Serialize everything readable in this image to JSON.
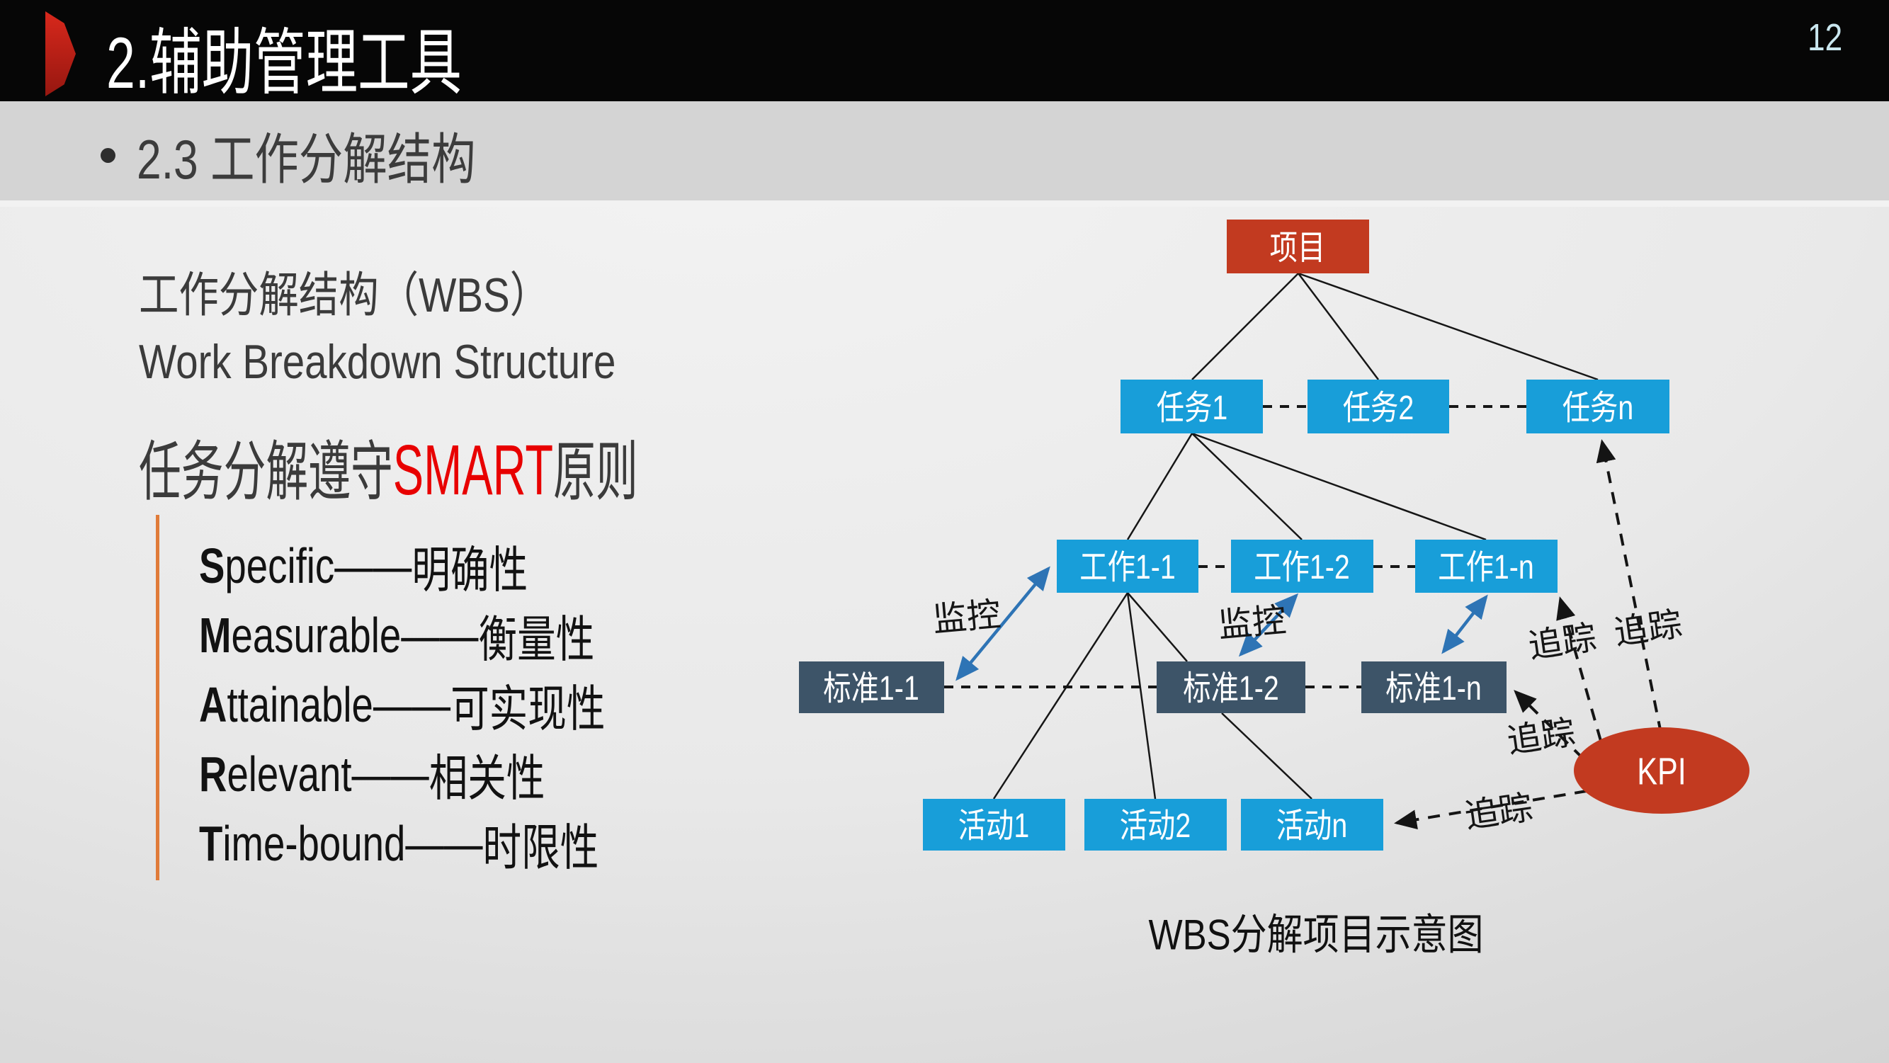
{
  "header": {
    "title": "2.辅助管理工具",
    "page_number": "12"
  },
  "subheader": {
    "title": "2.3 工作分解结构"
  },
  "intro": {
    "line1": "工作分解结构（WBS）",
    "line2": "Work Breakdown Structure",
    "principle_prefix": "任务分解遵守",
    "principle_highlight": "SMART",
    "principle_suffix": "原则"
  },
  "smart_list": {
    "items": [
      {
        "lead": "S",
        "rest": "pecific",
        "dash": "——",
        "cn": "明确性"
      },
      {
        "lead": "M",
        "rest": "easurable",
        "dash": "——",
        "cn": "衡量性"
      },
      {
        "lead": "A",
        "rest": "ttainable",
        "dash": "——",
        "cn": "可实现性"
      },
      {
        "lead": "R",
        "rest": "elevant",
        "dash": "——",
        "cn": "相关性"
      },
      {
        "lead": "T",
        "rest": "ime-bound",
        "dash": "——",
        "cn": "时限性"
      }
    ]
  },
  "diagram": {
    "nodes": {
      "project": "项目",
      "task1": "任务1",
      "task2": "任务2",
      "taskn": "任务n",
      "work11": "工作1-1",
      "work12": "工作1-2",
      "work1n": "工作1-n",
      "std11": "标准1-1",
      "std12": "标准1-2",
      "std1n": "标准1-n",
      "act1": "活动1",
      "act2": "活动2",
      "actn": "活动n",
      "kpi": "KPI"
    },
    "labels": {
      "monitor1": "监控",
      "monitor2": "监控",
      "track1": "追踪",
      "track2": "追踪",
      "track3": "追踪",
      "track4": "追踪"
    },
    "caption": "WBS分解项目示意图",
    "colors": {
      "red": "#c23a20",
      "blue": "#189ed9",
      "navy": "#3d5468",
      "arrowblue": "#2e74b5"
    }
  }
}
